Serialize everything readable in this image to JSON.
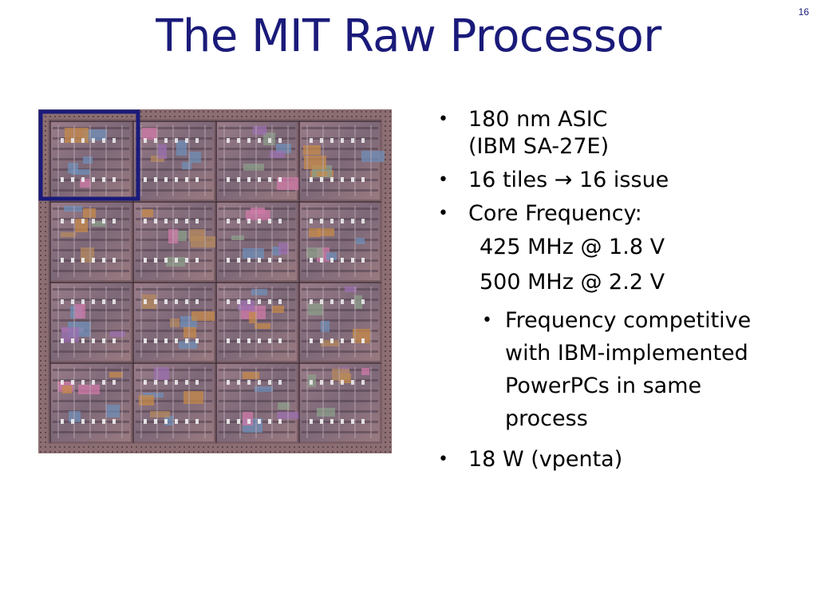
{
  "slide": {
    "number": "16",
    "title": "The MIT Raw Processor"
  },
  "bullets": [
    {
      "level": 1,
      "lines": [
        "180 nm ASIC",
        "(IBM SA-27E)"
      ]
    },
    {
      "level": 1,
      "text": "16 tiles → 16 issue"
    },
    {
      "level": 1,
      "text": "Core Frequency:"
    },
    {
      "level": 0,
      "text": "425 MHz  @ 1.8 V"
    },
    {
      "level": 0,
      "text": "500 MHz  @ 2.2 V"
    },
    {
      "level": 2,
      "lines": [
        "Frequency competitive",
        "with IBM-implemented",
        "PowerPCs in same",
        "process"
      ]
    },
    {
      "level": 1,
      "text": "18 W (vpenta)"
    }
  ],
  "colors": {
    "title": "#1a1a7a",
    "highlight_box": "#1a1a7a",
    "die_base": "#8a6a6e"
  },
  "image": {
    "name": "raw-processor-die-photo",
    "grid": "4x4 tiles",
    "highlighted_tile": "top-left"
  }
}
